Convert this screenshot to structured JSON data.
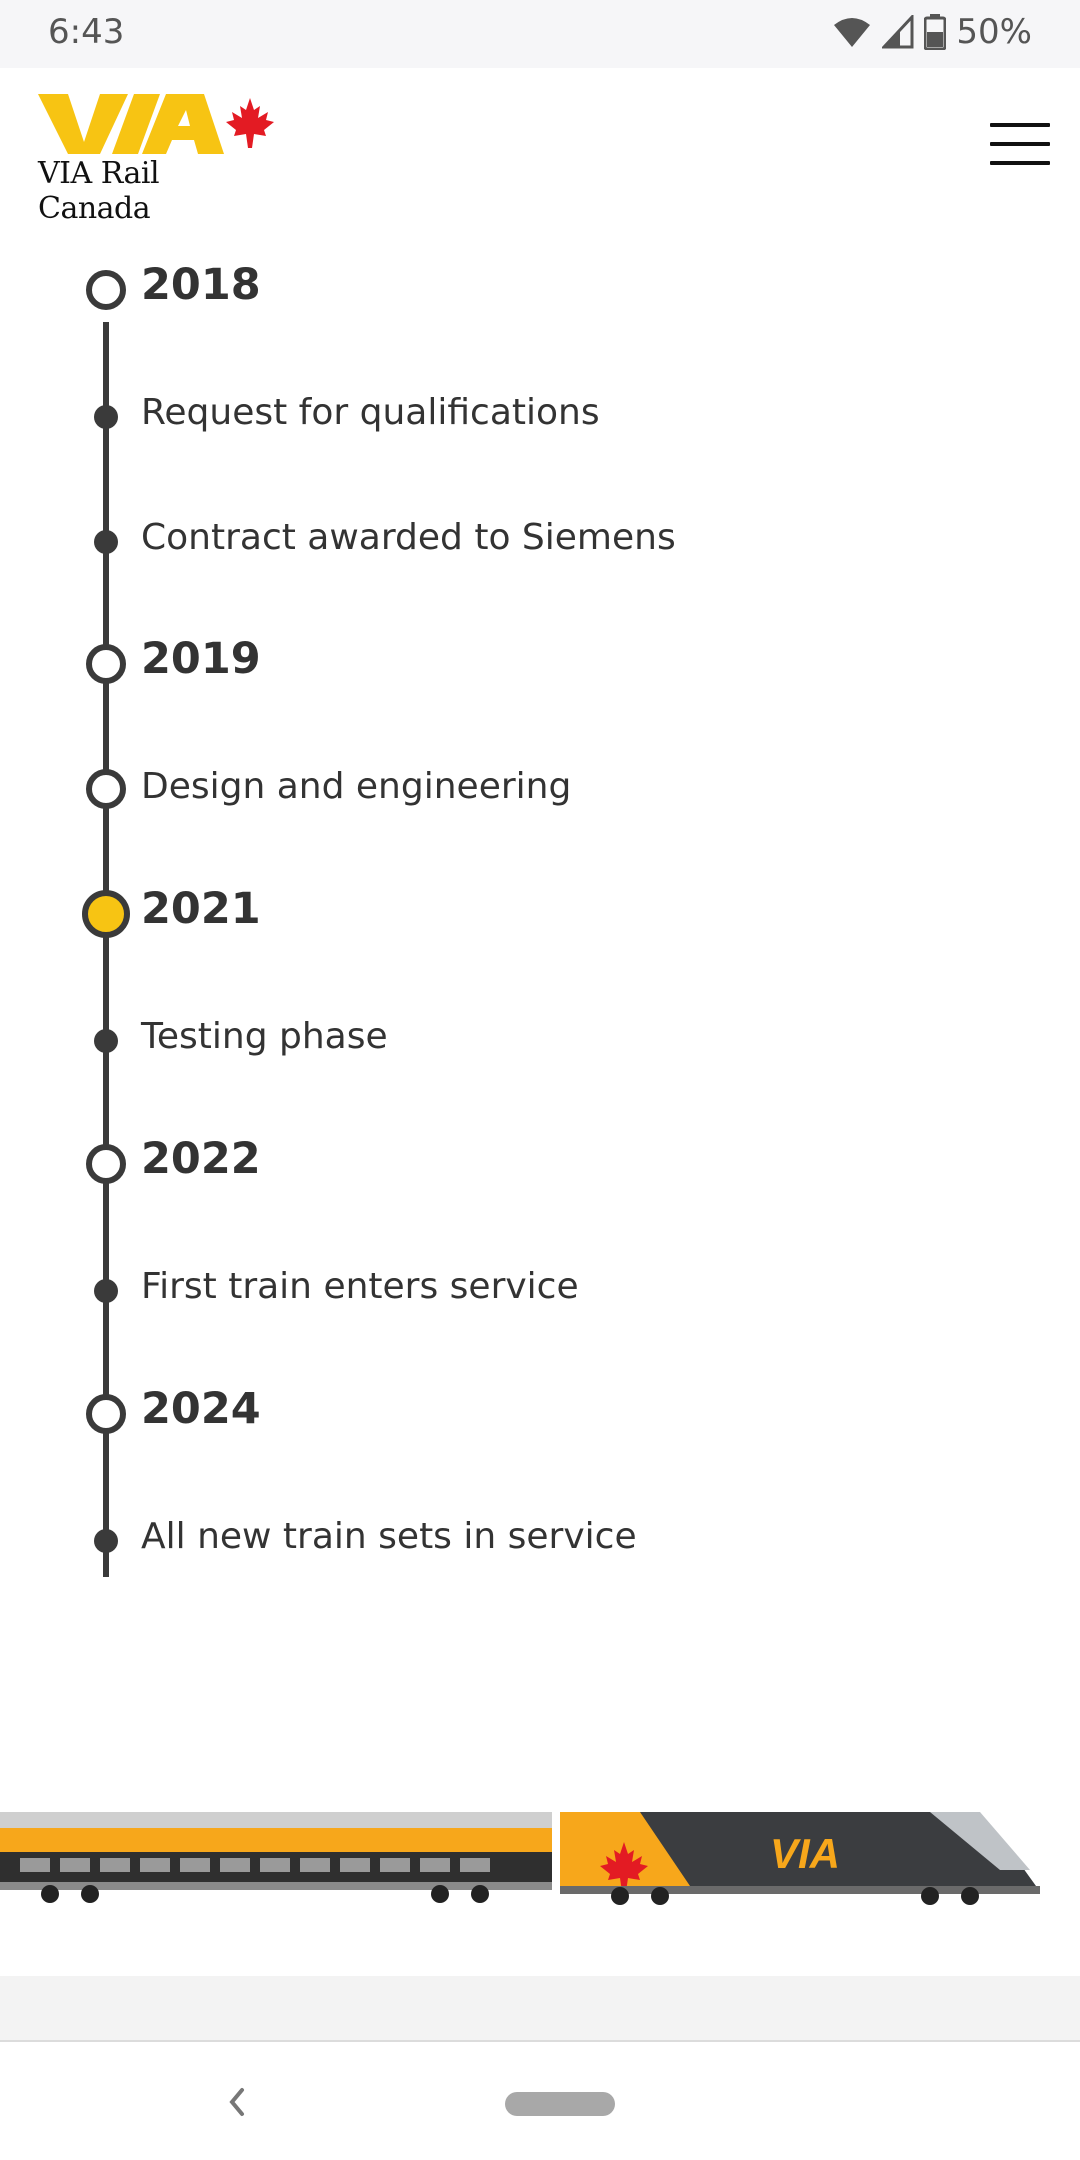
{
  "status_bar": {
    "time": "6:43",
    "battery_percent": "50%",
    "icons": [
      "wifi-icon",
      "cell-signal-icon",
      "battery-icon"
    ]
  },
  "header": {
    "logo_text": "VIA Rail Canada",
    "menu_icon": "hamburger-menu-icon"
  },
  "colors": {
    "brand_yellow": "#f7c413",
    "maple_red": "#e31b23",
    "timeline_dark": "#3a3a3a"
  },
  "timeline": {
    "items": [
      {
        "kind": "year",
        "label": "2018",
        "marker": "ring"
      },
      {
        "kind": "event",
        "label": "Request for qualifications",
        "marker": "dot"
      },
      {
        "kind": "event",
        "label": "Contract awarded to Siemens",
        "marker": "dot"
      },
      {
        "kind": "year",
        "label": "2019",
        "marker": "ring"
      },
      {
        "kind": "event",
        "label": "Design and engineering",
        "marker": "ring"
      },
      {
        "kind": "year",
        "label": "2021",
        "marker": "active"
      },
      {
        "kind": "event",
        "label": "Testing phase",
        "marker": "dot"
      },
      {
        "kind": "year",
        "label": "2022",
        "marker": "ring"
      },
      {
        "kind": "event",
        "label": "First train enters service",
        "marker": "dot"
      },
      {
        "kind": "year",
        "label": "2024",
        "marker": "ring"
      },
      {
        "kind": "event",
        "label": "All new train sets in service",
        "marker": "dot"
      }
    ]
  },
  "train_image": {
    "logo_text": "VIA"
  },
  "nav": {
    "back_icon": "back-chevron-icon",
    "home_icon": "home-pill-icon"
  }
}
